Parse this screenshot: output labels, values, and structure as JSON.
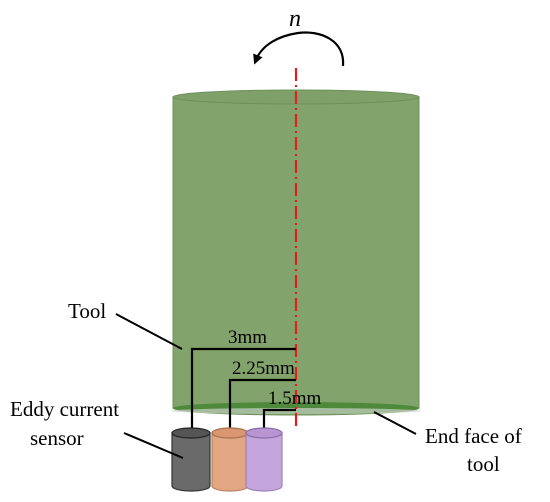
{
  "rotation": {
    "symbol": "n"
  },
  "labels": {
    "tool": "Tool",
    "eddy_line1": "Eddy current",
    "eddy_line2": "sensor",
    "end_face_line1": "End face of",
    "end_face_line2": "tool"
  },
  "dimensions": {
    "d1": "3mm",
    "d2": "2.25mm",
    "d3": "1.5mm"
  },
  "colors": {
    "tool_body": "#82a46c",
    "tool_end_face": "#4f8a3c",
    "axis": "#e02020",
    "sensor_1": "#6a6a6a",
    "sensor_2": "#e3a683",
    "sensor_3": "#c5a6dc"
  }
}
